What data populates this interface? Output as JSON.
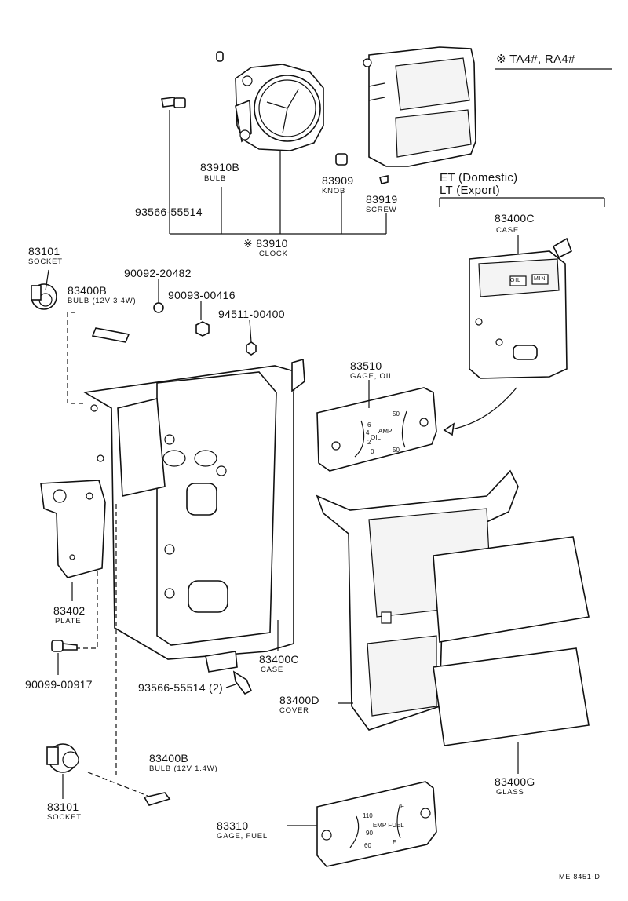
{
  "variant_note": "※ TA4#, RA4#",
  "export_note": {
    "line1": "ET (Domestic)",
    "line2": "LT (Export)"
  },
  "footer_code": "ME 8451-D",
  "parts": {
    "bulb_83910b": {
      "number": "83910B",
      "name": "BULB"
    },
    "screw_93566_top": {
      "number": "93566-55514"
    },
    "knob_83909": {
      "number": "83909",
      "name": "KNOB"
    },
    "screw_83919": {
      "number": "83919",
      "name": "SCREW"
    },
    "clock_83910": {
      "number": "※ 83910",
      "name": "CLOCK"
    },
    "socket_83101_top": {
      "number": "83101",
      "name": "SOCKET"
    },
    "bulb_83400b_top": {
      "number": "83400B",
      "name": "BULB (12V 3.4W)"
    },
    "nut_90092": {
      "number": "90092-20482"
    },
    "nut_90093": {
      "number": "90093-00416"
    },
    "nut_94511": {
      "number": "94511-00400"
    },
    "case_83400c_right": {
      "number": "83400C",
      "name": "CASE"
    },
    "gage_83510": {
      "number": "83510",
      "name": "GAGE, OIL"
    },
    "plate_83402": {
      "number": "83402",
      "name": "PLATE"
    },
    "case_83400c_main": {
      "number": "83400C",
      "name": "CASE"
    },
    "screw_90099": {
      "number": "90099-00917"
    },
    "screw_93566_bottom": {
      "number": "93566-55514 (2)"
    },
    "cover_83400d": {
      "number": "83400D",
      "name": "COVER"
    },
    "bulb_83400b_bottom": {
      "number": "83400B",
      "name": "BULB (12V 1.4W)"
    },
    "socket_83101_bottom": {
      "number": "83101",
      "name": "SOCKET"
    },
    "glass_83400g": {
      "number": "83400G",
      "name": "GLASS"
    },
    "gage_83310": {
      "number": "83310",
      "name": "GAGE, FUEL"
    }
  },
  "gauge_marks": {
    "oil": {
      "top": "50",
      "bottom": "50",
      "label": "AMP",
      "oil_label": "OIL",
      "scale": [
        "6",
        "4",
        "2",
        "0"
      ]
    },
    "fuel": {
      "temp_label": "TEMP FUEL",
      "scale": [
        "110",
        "90",
        "60"
      ],
      "full": "F",
      "empty": "E"
    },
    "switch_labels": [
      "OIL",
      "MIN"
    ]
  }
}
